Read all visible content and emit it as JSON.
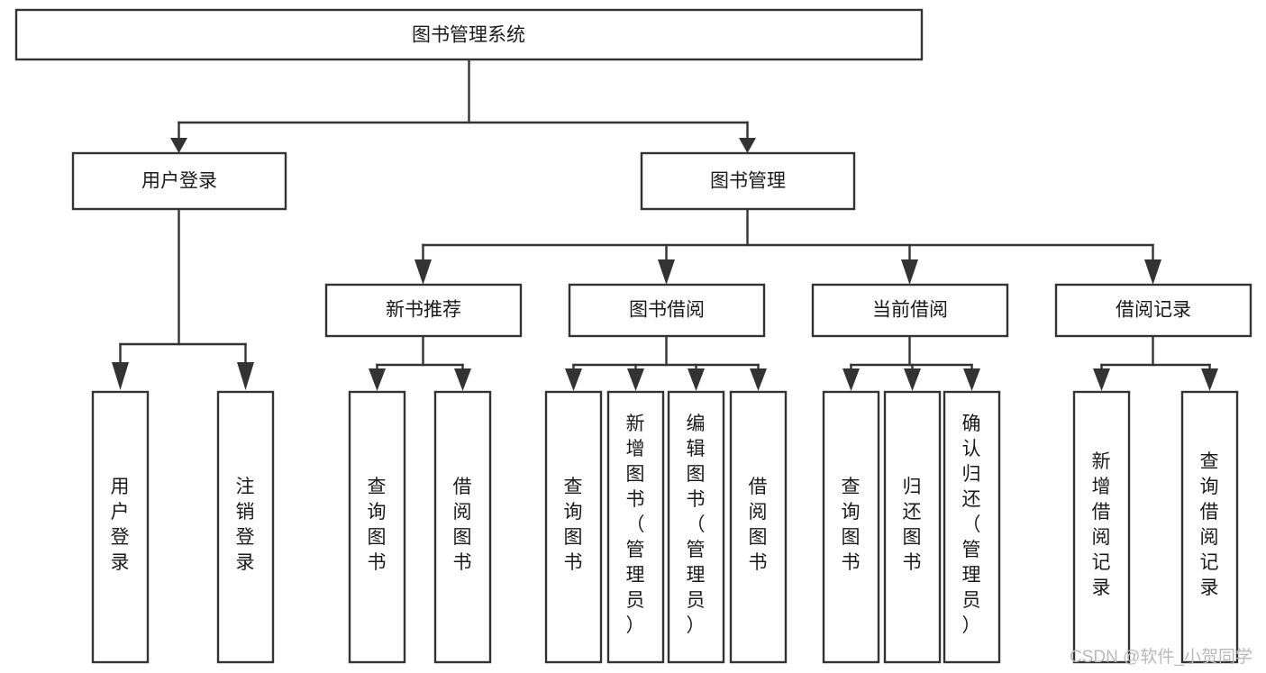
{
  "diagram": {
    "type": "tree-hierarchy-flowchart",
    "title": "图书管理系统",
    "root": {
      "id": "root",
      "label": "图书管理系统"
    },
    "level2": [
      {
        "id": "user-login",
        "label": "用户登录"
      },
      {
        "id": "book-manage",
        "label": "图书管理"
      }
    ],
    "level3": [
      {
        "id": "new-book-rec",
        "label": "新书推荐",
        "parent": "book-manage"
      },
      {
        "id": "book-borrow",
        "label": "图书借阅",
        "parent": "book-manage"
      },
      {
        "id": "current-borrow",
        "label": "当前借阅",
        "parent": "book-manage"
      },
      {
        "id": "borrow-record",
        "label": "借阅记录",
        "parent": "book-manage"
      }
    ],
    "leaves": [
      {
        "id": "leaf-user-login",
        "label": "用户登录",
        "parent": "user-login"
      },
      {
        "id": "leaf-logout",
        "label": "注销登录",
        "parent": "user-login"
      },
      {
        "id": "leaf-query-book-1",
        "label": "查询图书",
        "parent": "new-book-rec"
      },
      {
        "id": "leaf-borrow-book-1",
        "label": "借阅图书",
        "parent": "new-book-rec"
      },
      {
        "id": "leaf-query-book-2",
        "label": "查询图书",
        "parent": "book-borrow"
      },
      {
        "id": "leaf-add-book",
        "label": "新增图书（管理员）",
        "parent": "book-borrow"
      },
      {
        "id": "leaf-edit-book",
        "label": "编辑图书（管理员）",
        "parent": "book-borrow"
      },
      {
        "id": "leaf-borrow-book-2",
        "label": "借阅图书",
        "parent": "book-borrow"
      },
      {
        "id": "leaf-query-book-3",
        "label": "查询图书",
        "parent": "current-borrow"
      },
      {
        "id": "leaf-return-book",
        "label": "归还图书",
        "parent": "current-borrow"
      },
      {
        "id": "leaf-confirm-return",
        "label": "确认归还（管理员）",
        "parent": "current-borrow"
      },
      {
        "id": "leaf-add-record",
        "label": "新增借阅记录",
        "parent": "borrow-record"
      },
      {
        "id": "leaf-query-record",
        "label": "查询借阅记录",
        "parent": "borrow-record"
      }
    ],
    "colors": {
      "box_stroke": "#333333",
      "box_fill": "#ffffff",
      "text": "#1a1a1a",
      "connector": "#333333",
      "background": "#ffffff",
      "watermark": "#b9b9b9"
    }
  },
  "watermark": {
    "text": "CSDN @软件_小贺同学"
  }
}
